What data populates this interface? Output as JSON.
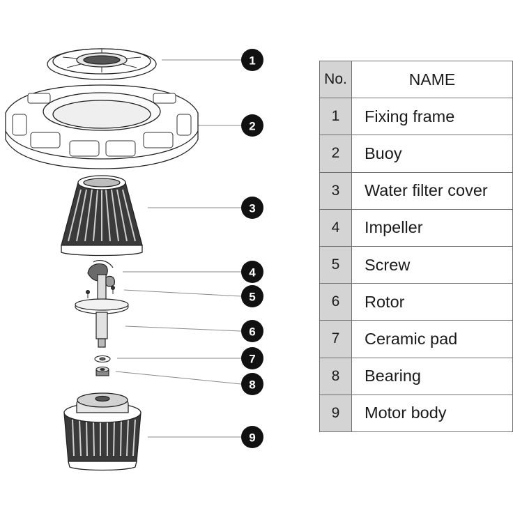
{
  "table": {
    "header_no": "No.",
    "header_name": "NAME",
    "rows": [
      {
        "no": "1",
        "name": "Fixing frame"
      },
      {
        "no": "2",
        "name": "Buoy"
      },
      {
        "no": "3",
        "name": "Water filter cover"
      },
      {
        "no": "4",
        "name": "Impeller"
      },
      {
        "no": "5",
        "name": "Screw"
      },
      {
        "no": "6",
        "name": "Rotor"
      },
      {
        "no": "7",
        "name": "Ceramic pad"
      },
      {
        "no": "8",
        "name": "Bearing"
      },
      {
        "no": "9",
        "name": "Motor body"
      }
    ]
  },
  "callouts": [
    "1",
    "2",
    "3",
    "4",
    "5",
    "6",
    "7",
    "8",
    "9"
  ]
}
